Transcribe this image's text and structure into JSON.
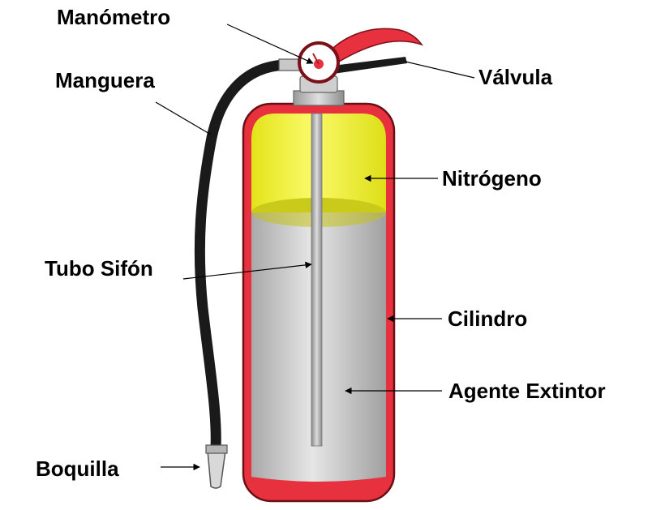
{
  "labels": {
    "manometro": "Manómetro",
    "valvula": "Válvula",
    "manguera": "Manguera",
    "nitrogeno": "Nitrógeno",
    "tubo_sifon": "Tubo Sifón",
    "cilindro": "Cilindro",
    "agente_extintor": "Agente Extintor",
    "boquilla": "Boquilla"
  },
  "colors": {
    "cylinder_shell": "#e8313f",
    "nitrogen": "#f2f23c",
    "nitrogen_surface": "#d6d61e",
    "extinguishing_agent": "#c9c9c9",
    "valve_handle": "#e8313f",
    "hose": "#1a1a1a",
    "neck": "#bfbfbf",
    "gauge_face": "#ffffff"
  }
}
